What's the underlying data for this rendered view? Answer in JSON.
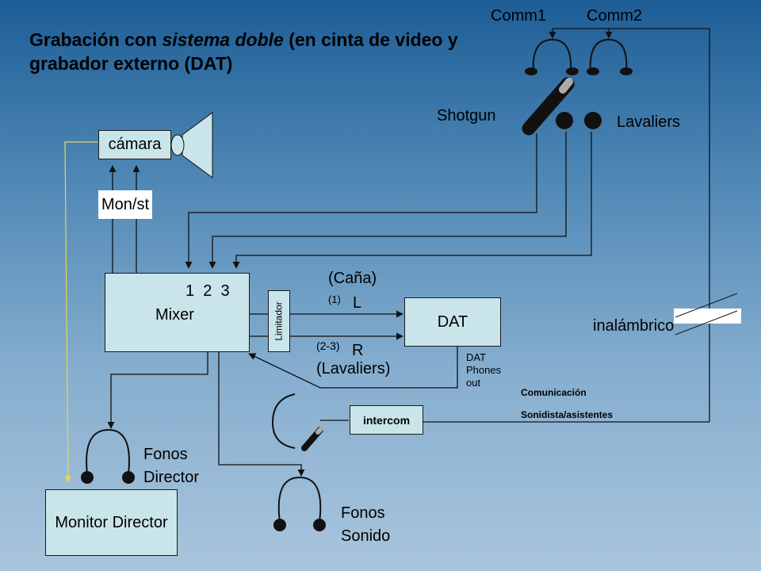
{
  "title": {
    "part1": "Grabación con ",
    "part2_italic": "sistema doble",
    "part3": " (en cinta de video y grabador externo (DAT)"
  },
  "labels": {
    "comm1": "Comm1",
    "comm2": "Comm2",
    "shotgun": "Shotgun",
    "lavaliers": "Lavaliers",
    "camara": "cámara",
    "mon_st": "Mon/st",
    "mixer_channels": "1  2  3",
    "mixer": "Mixer",
    "limitador": "Limitador",
    "cana": "(Caña)",
    "ch1": "(1)",
    "left": "L",
    "ch23": "(2-3)",
    "right": "R",
    "lavaliers_paren": "(Lavaliers)",
    "dat": "DAT",
    "dat_phones_line1": "DAT",
    "dat_phones_line2": "Phones",
    "dat_phones_line3": "out",
    "inalambrico": "inalámbrico",
    "comunicacion": "Comunicación",
    "sonidista": "Sonidista/asistentes",
    "intercom": "intercom",
    "fonos_director_line1": "Fonos",
    "fonos_director_line2": "Director",
    "monitor_director": "Monitor Director",
    "fonos_sonido_line1": "Fonos",
    "fonos_sonido_line2": "Sonido"
  },
  "icons": {
    "headphones": "headphones-icon",
    "microphone": "microphone-icon",
    "camera_lens": "camera-lens-icon"
  },
  "colors": {
    "box_fill": "#c9e5ea",
    "video_cable": "#e8d84a",
    "line": "#111111"
  }
}
